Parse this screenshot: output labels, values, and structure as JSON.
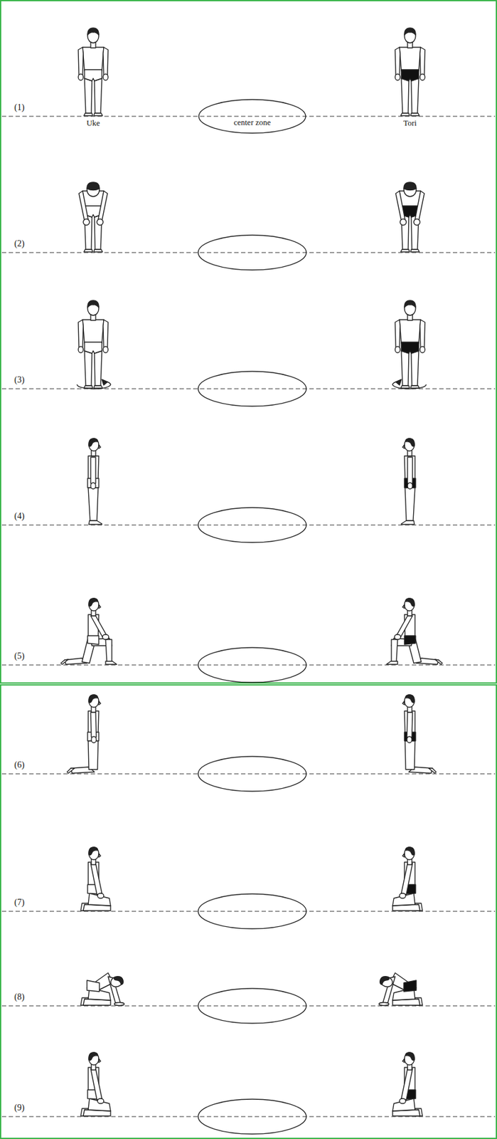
{
  "diagram": {
    "nodes": [
      {
        "text": [
          "center zone"
        ]
      }
    ],
    "labels": [
      "(1)",
      "Uke",
      "Tori",
      "(2)",
      "(3)",
      "(4)",
      "(5)",
      "(6)",
      "(7)",
      "(8)",
      "(9)"
    ]
  }
}
